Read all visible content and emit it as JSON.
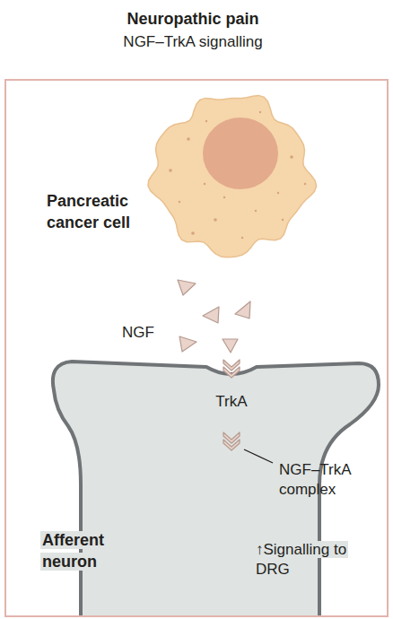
{
  "diagram": {
    "title": "Neuropathic pain",
    "nodes": [
      {
        "text": [
          "Pancreatic cancer cell"
        ]
      },
      {
        "text": [
          "Afferent neuron",
          "↑Signalling to DRG"
        ]
      }
    ],
    "labels": [
      "NGF–TrkA signalling",
      "NGF",
      "TrkA",
      "NGF–TrkA complex"
    ]
  }
}
